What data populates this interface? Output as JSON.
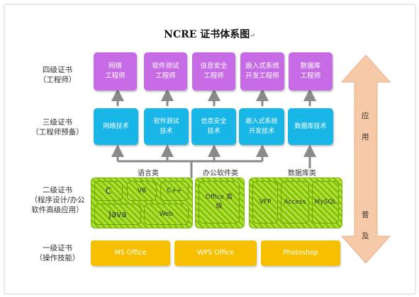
{
  "title": "NCRE 证书体系图",
  "title_mark": "↵",
  "levels": [
    {
      "line1": "四级证书",
      "line2": "（工程师）"
    },
    {
      "line1": "三级证书",
      "line2": "（工程师预备）"
    },
    {
      "line1": "二级证书",
      "line2": "（程序设计/办公",
      "line3": "软件高级应用）"
    },
    {
      "line1": "一级证书",
      "line2": "（操作技能）"
    }
  ],
  "level4": [
    {
      "line1": "网络",
      "line2": "工程师"
    },
    {
      "line1": "软件测试",
      "line2": "工程师"
    },
    {
      "line1": "信息安全",
      "line2": "工程师"
    },
    {
      "line1": "嵌入式系统",
      "line2": "开发工程师"
    },
    {
      "line1": "数据库",
      "line2": "工程师"
    }
  ],
  "level3": [
    {
      "line1": "网络技术",
      "line2": ""
    },
    {
      "line1": "软件测试",
      "line2": "技术"
    },
    {
      "line1": "信息安全",
      "line2": "技术"
    },
    {
      "line1": "嵌入式系统",
      "line2": "开发技术"
    },
    {
      "line1": "数据库技术",
      "line2": ""
    }
  ],
  "level2": {
    "categories": [
      "语言类",
      "办公软件类",
      "数据库类"
    ],
    "language": [
      "C",
      "VB",
      "C++",
      "Java",
      "Web"
    ],
    "office": {
      "line1": "Office 高",
      "line2": "级"
    },
    "database": [
      "VFP",
      "Access",
      "MySQL"
    ]
  },
  "level1": [
    "MS Office",
    "WPS Office",
    "Photoshop"
  ],
  "side_arrow": {
    "top": [
      "应",
      "用"
    ],
    "bottom": [
      "普",
      "及"
    ]
  },
  "colors": {
    "level4": "#c66ae6",
    "level3": "#18b7e8",
    "level2": "#86c600",
    "level1": "#f6c000",
    "side_arrow": "#f6c9a8",
    "connector": "#8a8a8a"
  }
}
